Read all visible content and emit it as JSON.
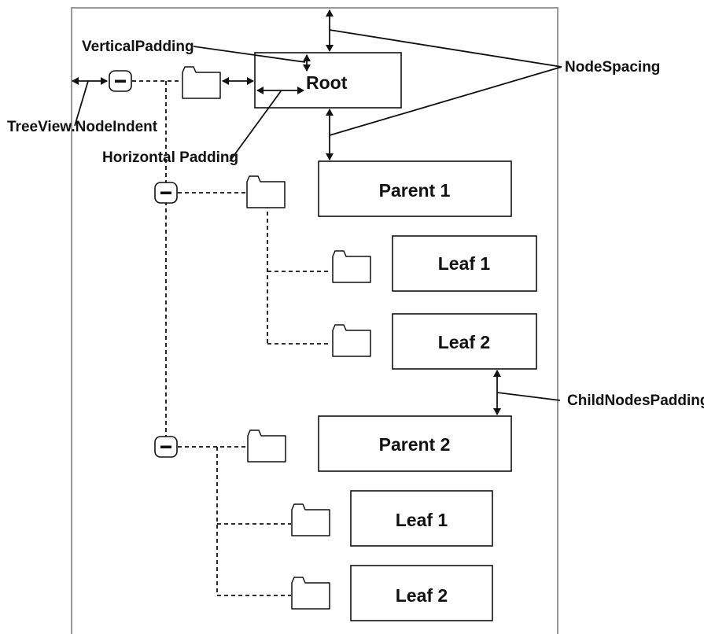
{
  "nodes": {
    "root": "Root",
    "parent1": "Parent 1",
    "parent1_leaf1": "Leaf 1",
    "parent1_leaf2": "Leaf 2",
    "parent2": "Parent 2",
    "parent2_leaf1": "Leaf 1",
    "parent2_leaf2": "Leaf 2"
  },
  "annotations": {
    "vertical_padding": "VerticalPadding",
    "node_spacing": "NodeSpacing",
    "node_indent": "TreeView.NodeIndent",
    "horizontal_padding": "Horizontal Padding",
    "child_nodes_padding": "ChildNodesPadding"
  },
  "icons": {
    "folder": "folder-icon",
    "expander": "collapse-minus-icon"
  }
}
